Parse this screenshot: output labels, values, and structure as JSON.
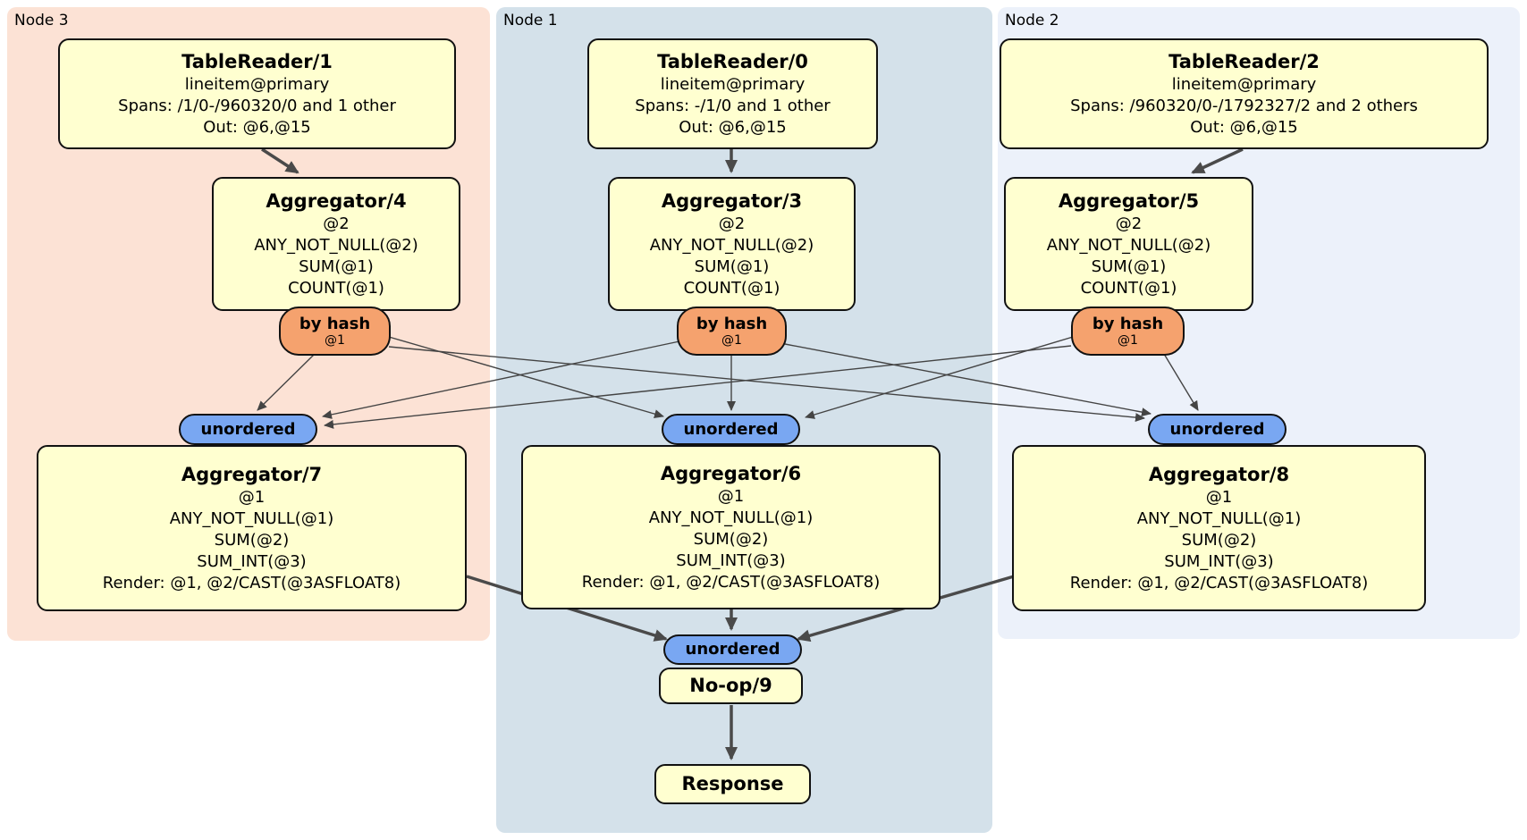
{
  "diagram": {
    "regions": [
      {
        "label": "Node 3"
      },
      {
        "label": "Node 1"
      },
      {
        "label": "Node 2"
      }
    ],
    "operators": {
      "tr1": {
        "title": "TableReader/1",
        "lines": [
          "lineitem@primary",
          "Spans: /1/0-/960320/0 and 1 other",
          "Out: @6,@15"
        ]
      },
      "tr0": {
        "title": "TableReader/0",
        "lines": [
          "lineitem@primary",
          "Spans: -/1/0 and 1 other",
          "Out: @6,@15"
        ]
      },
      "tr2": {
        "title": "TableReader/2",
        "lines": [
          "lineitem@primary",
          "Spans: /960320/0-/1792327/2 and 2 others",
          "Out: @6,@15"
        ]
      },
      "agg4": {
        "title": "Aggregator/4",
        "lines": [
          "@2",
          "ANY_NOT_NULL(@2)",
          "SUM(@1)",
          "COUNT(@1)"
        ]
      },
      "agg3": {
        "title": "Aggregator/3",
        "lines": [
          "@2",
          "ANY_NOT_NULL(@2)",
          "SUM(@1)",
          "COUNT(@1)"
        ]
      },
      "agg5": {
        "title": "Aggregator/5",
        "lines": [
          "@2",
          "ANY_NOT_NULL(@2)",
          "SUM(@1)",
          "COUNT(@1)"
        ]
      },
      "agg7": {
        "title": "Aggregator/7",
        "lines": [
          "@1",
          "ANY_NOT_NULL(@1)",
          "SUM(@2)",
          "SUM_INT(@3)",
          "Render: @1, @2/CAST(@3ASFLOAT8)"
        ]
      },
      "agg6": {
        "title": "Aggregator/6",
        "lines": [
          "@1",
          "ANY_NOT_NULL(@1)",
          "SUM(@2)",
          "SUM_INT(@3)",
          "Render: @1, @2/CAST(@3ASFLOAT8)"
        ]
      },
      "agg8": {
        "title": "Aggregator/8",
        "lines": [
          "@1",
          "ANY_NOT_NULL(@1)",
          "SUM(@2)",
          "SUM_INT(@3)",
          "Render: @1, @2/CAST(@3ASFLOAT8)"
        ]
      },
      "noop": {
        "title": "No-op/9"
      },
      "response": {
        "title": "Response"
      }
    },
    "routers": {
      "by_hash": {
        "label": "by hash",
        "sub": "@1"
      },
      "unordered": {
        "label": "unordered"
      }
    },
    "colors": {
      "node3_bg": "#fce2d5",
      "node1_bg": "#d4e1ea",
      "node2_bg": "#ecf1fa",
      "operator_fill": "#ffffd0",
      "hash_router_fill": "#f5a26e",
      "sync_fill": "#79a7f2",
      "edge": "#4a4a4a"
    }
  }
}
